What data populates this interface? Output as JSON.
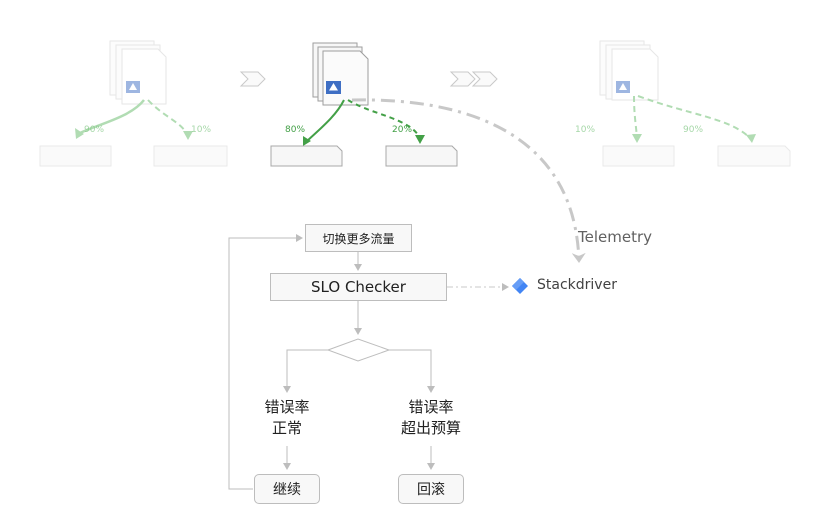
{
  "colors": {
    "green_dark": "#43a047",
    "green_light": "#a5d6a7",
    "gray_line": "#bdbdbd",
    "telemetry_arrow": "#c8c8c8",
    "stackdriver_blue": "#4285f4"
  },
  "stages": [
    {
      "left_pct": "90%",
      "right_pct": "10%",
      "faded": true
    },
    {
      "left_pct": "80%",
      "right_pct": "20%",
      "faded": false
    },
    {
      "left_pct": "10%",
      "right_pct": "90%",
      "faded": true
    }
  ],
  "telemetry": {
    "label": "Telemetry"
  },
  "stackdriver": {
    "label": "Stackdriver",
    "icon": "stackdriver-icon"
  },
  "flow": {
    "shift_traffic": "切换更多流量",
    "slo_checker": "SLO Checker",
    "error_normal_line1": "错误率",
    "error_normal_line2": "正常",
    "error_over_line1": "错误率",
    "error_over_line2": "超出预算",
    "continue": "继续",
    "rollback": "回滚"
  }
}
